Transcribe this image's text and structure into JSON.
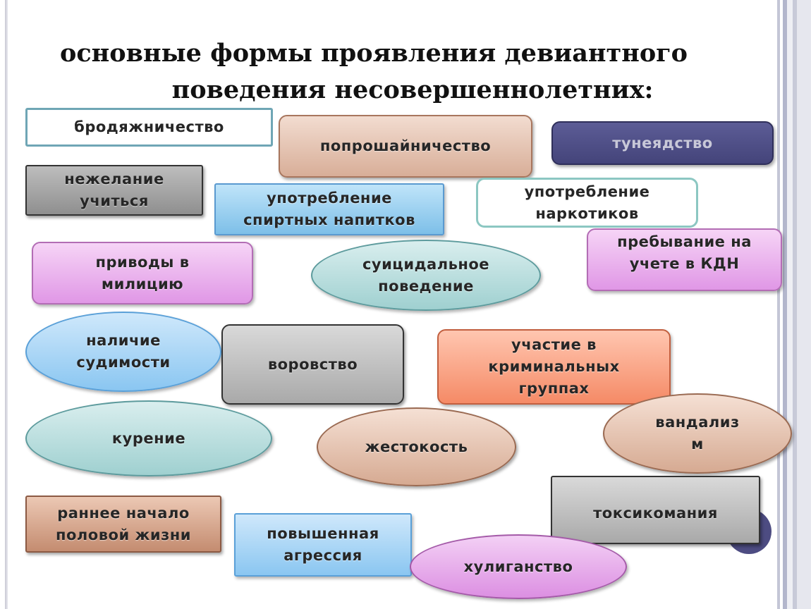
{
  "slide": {
    "title_line1": "основные формы проявления девиантного",
    "title_line2": "поведения несовершеннолетних:"
  },
  "forms": {
    "vagrancy": [
      "бродяжничество"
    ],
    "begging": [
      "попрошайничество"
    ],
    "parasitism": [
      "тунеядство"
    ],
    "unwilling_to_study": [
      "нежелание",
      "учиться"
    ],
    "alcohol_use": [
      "употребление",
      "спиртных напитков"
    ],
    "drug_use": [
      "употребление",
      "наркотиков"
    ],
    "kdn_registration": [
      "пребывание на",
      "учете в КДН"
    ],
    "police_detentions": [
      "приводы в",
      "милицию"
    ],
    "suicidal_behavior": [
      "суицидальное",
      "поведение"
    ],
    "criminal_record": [
      "наличие",
      "судимости"
    ],
    "theft": [
      "воровство"
    ],
    "criminal_groups": [
      "участие в",
      "криминальных",
      "группах"
    ],
    "smoking": [
      "курение"
    ],
    "cruelty": [
      "жестокость"
    ],
    "vandalism": [
      "вандализ",
      "м"
    ],
    "substance_abuse": [
      "токсикомания"
    ],
    "early_sexual_life": [
      "раннее начало",
      "половой жизни"
    ],
    "aggression": [
      "повышенная",
      "агрессия"
    ],
    "hooliganism": [
      "хулиганство"
    ]
  }
}
